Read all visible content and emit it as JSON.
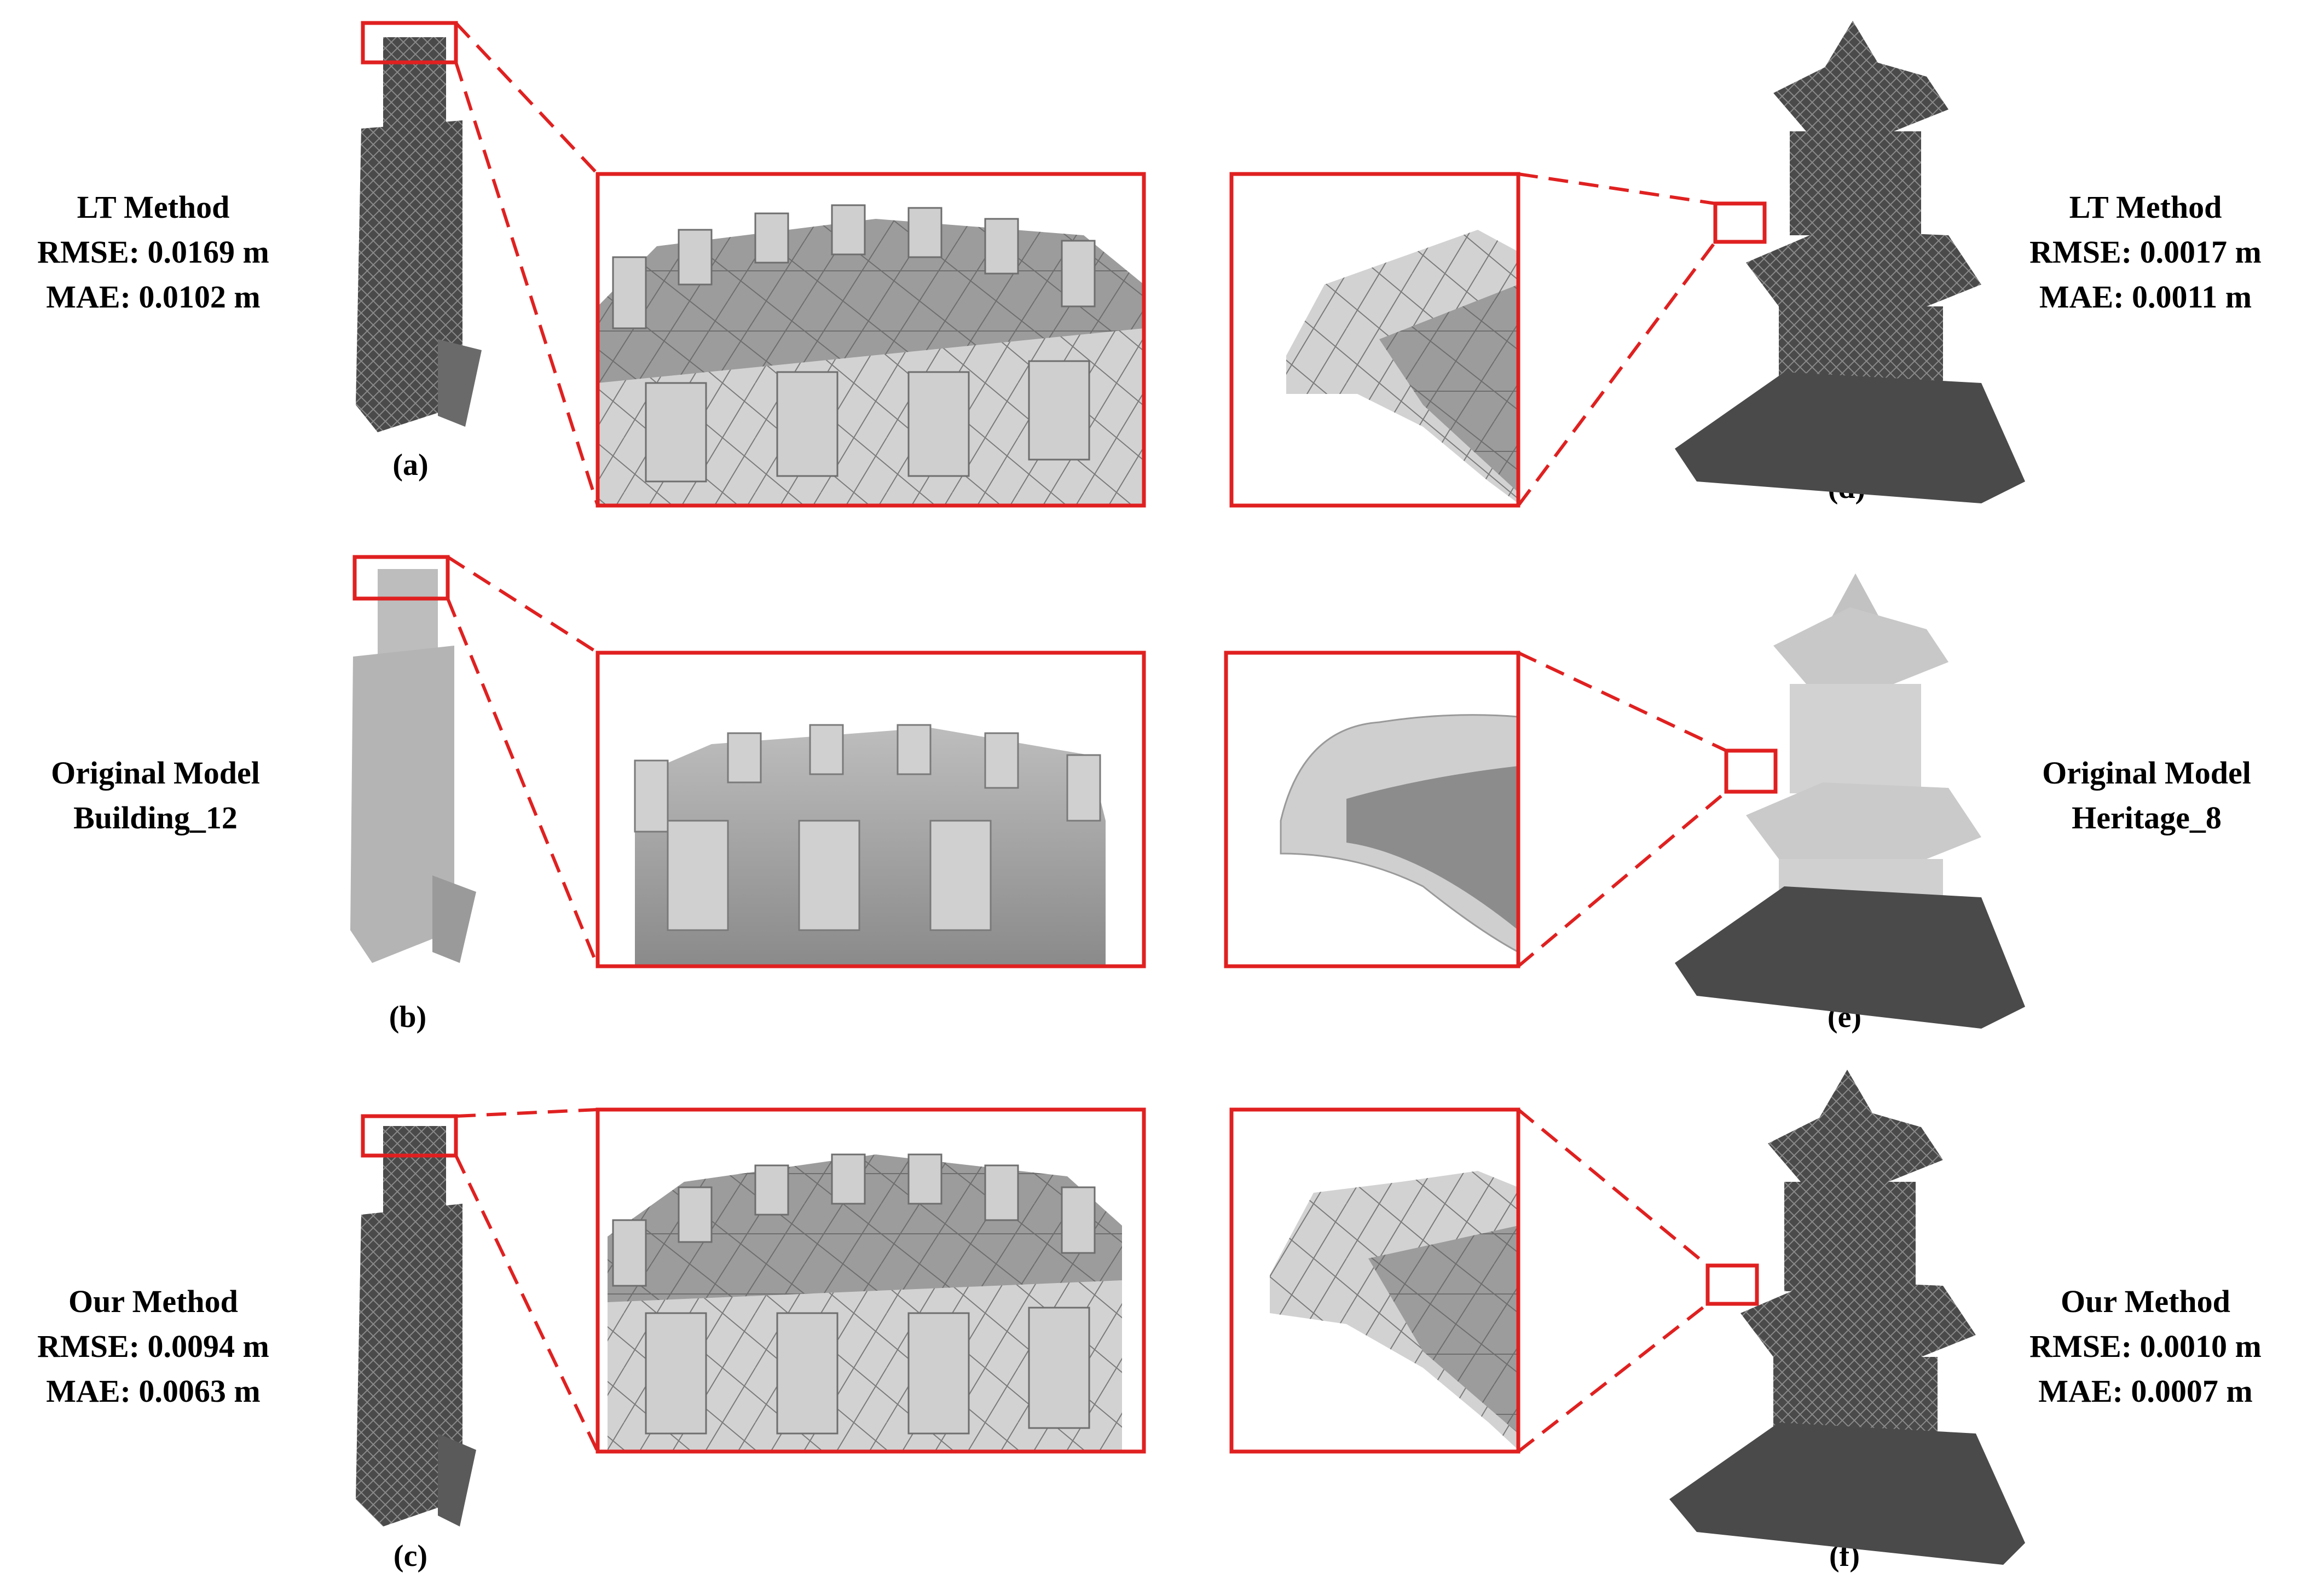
{
  "rows": [
    {
      "left": {
        "lines": [
          "LT Method",
          "RMSE: 0.0169 m",
          "MAE: 0.0102 m"
        ],
        "label": "(a)"
      },
      "right": {
        "lines": [
          "LT Method",
          "RMSE: 0.0017 m",
          "MAE: 0.0011 m"
        ],
        "label": "(d)"
      }
    },
    {
      "left": {
        "lines": [
          "Original Model",
          "Building_12"
        ],
        "label": "(b)"
      },
      "right": {
        "lines": [
          "Original Model",
          "Heritage_8"
        ],
        "label": "(e)"
      }
    },
    {
      "left": {
        "lines": [
          "Our Method",
          "RMSE: 0.0094 m",
          "MAE: 0.0063 m"
        ],
        "label": "(c)"
      },
      "right": {
        "lines": [
          "Our Method",
          "RMSE: 0.0010 m",
          "MAE: 0.0007 m"
        ],
        "label": "(f)"
      }
    }
  ],
  "colors": {
    "highlight": "#e02020",
    "mesh_dark": "#5a5a5a",
    "mesh_light": "#c8c8c8",
    "original": "#b4b4b4"
  },
  "icons": [
    "clock-tower-model",
    "pagoda-model",
    "zoom-inset"
  ]
}
